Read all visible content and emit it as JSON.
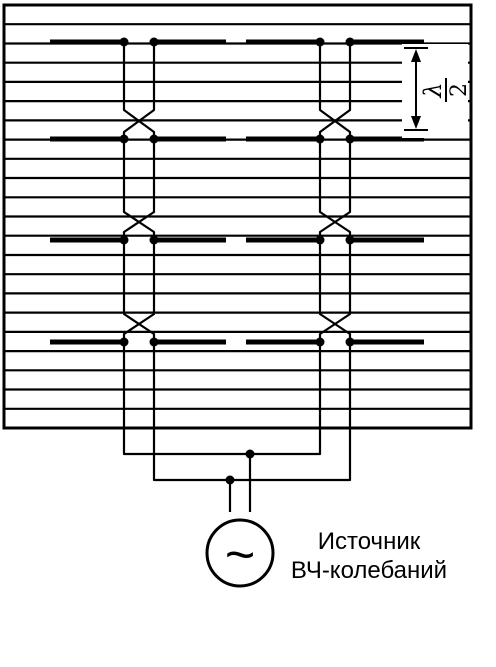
{
  "diagram": {
    "title": "",
    "spacing_label": {
      "numerator": "λ",
      "denominator": "2"
    },
    "source": {
      "symbol": "~",
      "label_line1": "Источник",
      "label_line2": "ВЧ-колебаний"
    }
  }
}
